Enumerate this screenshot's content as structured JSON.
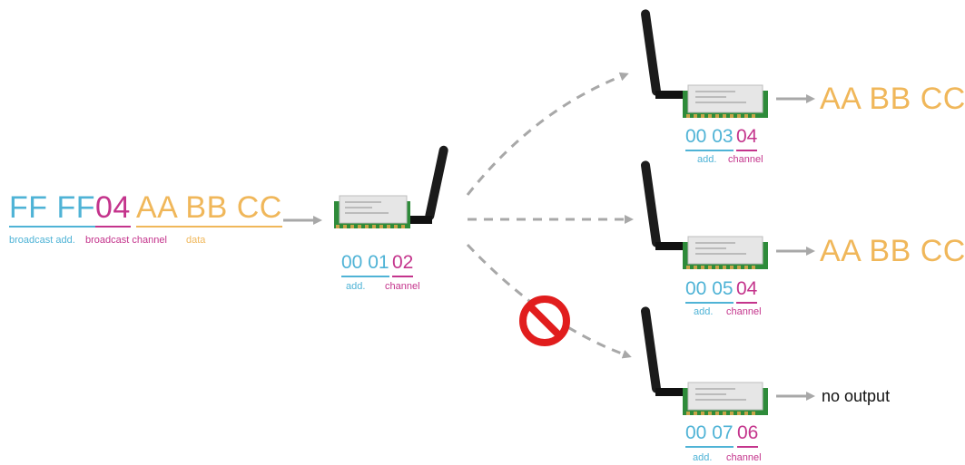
{
  "colors": {
    "address": "#4fb3d6",
    "channel": "#c4348c",
    "data": "#f0b75a",
    "arrow": "#a8a8a8",
    "prohibited": "#e11d1d"
  },
  "input_packet": {
    "address": "FF FF",
    "channel": "04",
    "data": "AA BB CC",
    "address_caption": "broadcast add.",
    "channel_caption": "broadcast channel",
    "data_caption": "data"
  },
  "sender": {
    "address": "00 01",
    "channel": "02",
    "address_caption": "add.",
    "channel_caption": "channel"
  },
  "receivers": [
    {
      "address": "00 03",
      "channel": "04",
      "address_caption": "add.",
      "channel_caption": "channel",
      "output": "AA BB CC"
    },
    {
      "address": "00 05",
      "channel": "04",
      "address_caption": "add.",
      "channel_caption": "channel",
      "output": "AA BB CC"
    },
    {
      "address": "00 07",
      "channel": "06",
      "address_caption": "add.",
      "channel_caption": "channel",
      "output": "no output"
    }
  ],
  "icons": {
    "module": "radio-module-icon",
    "blocked": "prohibited-icon"
  }
}
